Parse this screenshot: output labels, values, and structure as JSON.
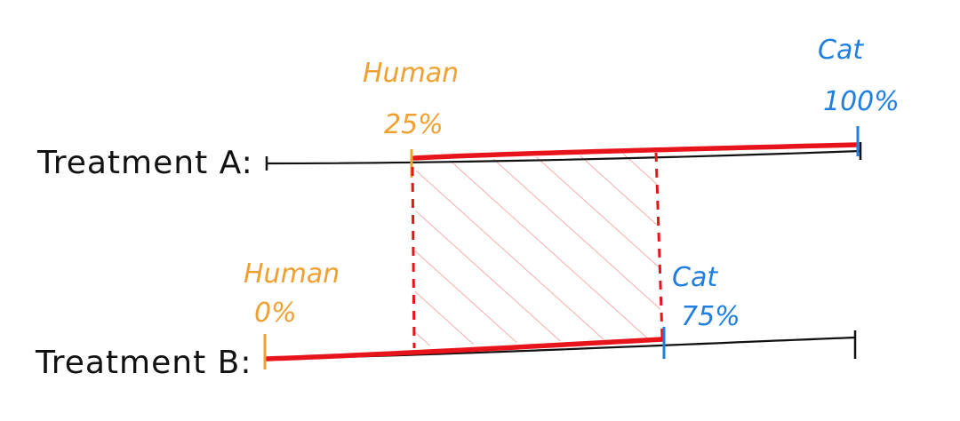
{
  "colors": {
    "ink": "#111111",
    "highlight": "#e8141b",
    "human": "#f0a030",
    "cat": "#1f7fe0",
    "hatch": "#f08a8a"
  },
  "rows": [
    {
      "label": "Treatment A:",
      "human": {
        "name": "Human",
        "value_text": "25%",
        "fraction": 0.25
      },
      "cat": {
        "name": "Cat",
        "value_text": "100%",
        "fraction": 1.0
      }
    },
    {
      "label": "Treatment B:",
      "human": {
        "name": "Human",
        "value_text": "0%",
        "fraction": 0.0
      },
      "cat": {
        "name": "Cat",
        "value_text": "75%",
        "fraction": 0.75
      }
    }
  ]
}
